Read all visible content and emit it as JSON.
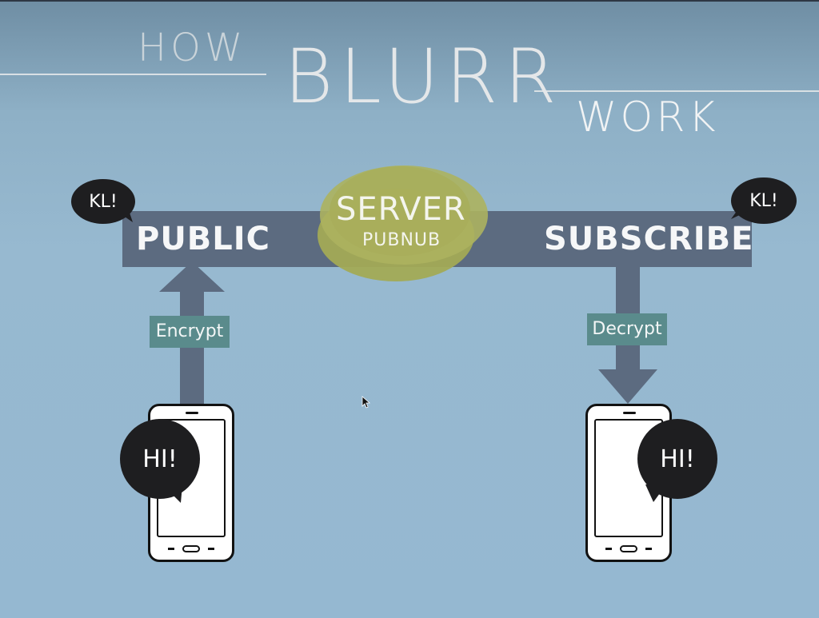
{
  "title": {
    "how": "HOW",
    "brand": "BLURR",
    "work": "WORK"
  },
  "server": {
    "title": "SERVER",
    "subtitle": "PUBNUB"
  },
  "left": {
    "label": "PUBLIC",
    "action": "Encrypt",
    "bubble_top": "KL!",
    "phone_bubble": "HI!"
  },
  "right": {
    "label": "SUBSCRIBE",
    "action": "Decrypt",
    "bubble_top": "KL!",
    "phone_bubble": "HI!"
  },
  "colors": {
    "background": "#95b8d1",
    "bar": "#5c6b80",
    "server_blob": "#a6ad5b",
    "tag": "#5a8b8c",
    "bubble": "#1e1e20"
  }
}
